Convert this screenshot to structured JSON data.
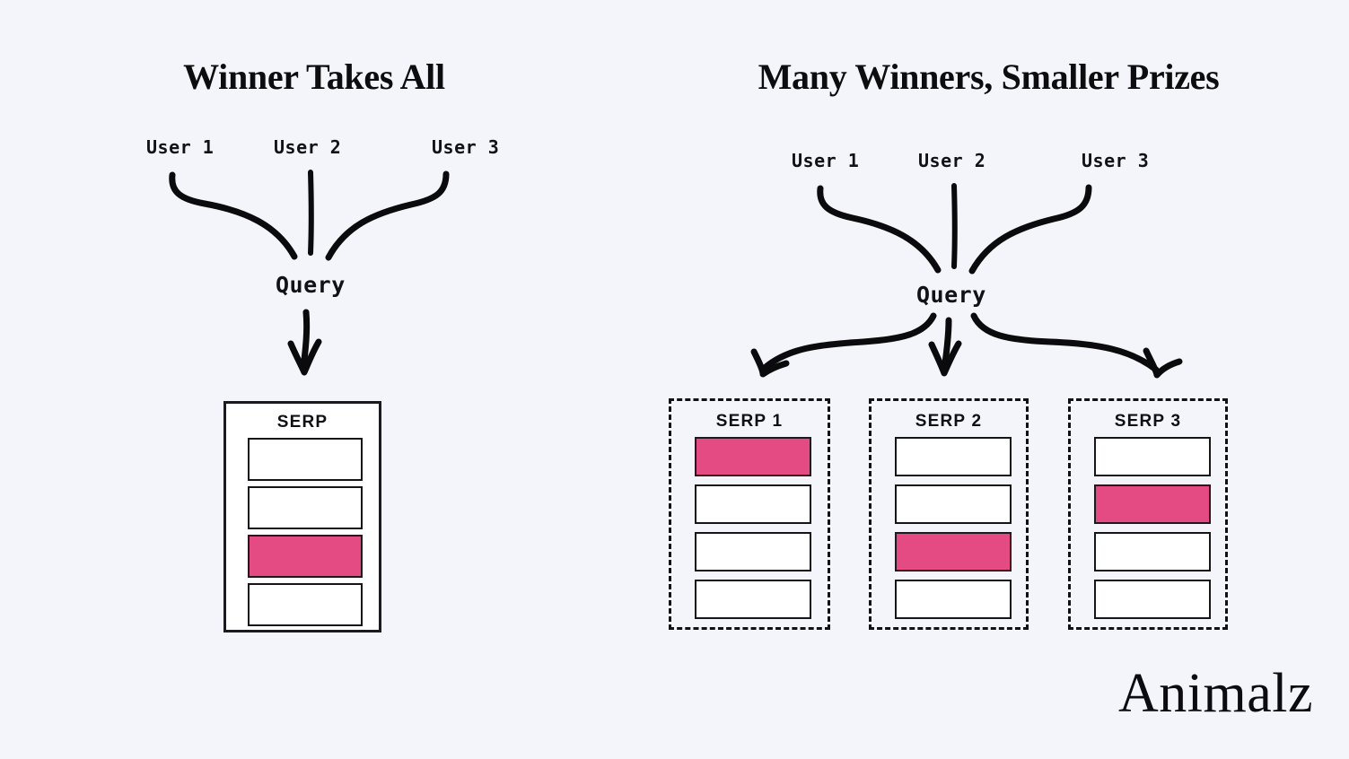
{
  "canvas": {
    "background_color": "#f4f5fa",
    "ink_color": "#0b0b0d",
    "highlight_color": "#e44b82"
  },
  "brand": {
    "logo_text": "Animalz"
  },
  "panels": [
    {
      "id": "winner-takes-all",
      "title": "Winner Takes All",
      "users": [
        {
          "label": "User 1"
        },
        {
          "label": "User 2"
        },
        {
          "label": "User 3"
        }
      ],
      "query_label": "Query",
      "serps": [
        {
          "title": "SERP",
          "border_style": "solid",
          "rows": [
            {
              "highlighted": false
            },
            {
              "highlighted": false
            },
            {
              "highlighted": true
            },
            {
              "highlighted": false
            }
          ],
          "highlighted_row_index": 3
        }
      ]
    },
    {
      "id": "many-winners-smaller-prizes",
      "title": "Many Winners, Smaller Prizes",
      "users": [
        {
          "label": "User 1"
        },
        {
          "label": "User 2"
        },
        {
          "label": "User 3"
        }
      ],
      "query_label": "Query",
      "serps": [
        {
          "title": "SERP 1",
          "border_style": "dashed",
          "rows": [
            {
              "highlighted": true
            },
            {
              "highlighted": false
            },
            {
              "highlighted": false
            },
            {
              "highlighted": false
            }
          ],
          "highlighted_row_index": 1
        },
        {
          "title": "SERP 2",
          "border_style": "dashed",
          "rows": [
            {
              "highlighted": false
            },
            {
              "highlighted": false
            },
            {
              "highlighted": true
            },
            {
              "highlighted": false
            }
          ],
          "highlighted_row_index": 3
        },
        {
          "title": "SERP 3",
          "border_style": "dashed",
          "rows": [
            {
              "highlighted": false
            },
            {
              "highlighted": true
            },
            {
              "highlighted": false
            },
            {
              "highlighted": false
            }
          ],
          "highlighted_row_index": 2
        }
      ]
    }
  ]
}
